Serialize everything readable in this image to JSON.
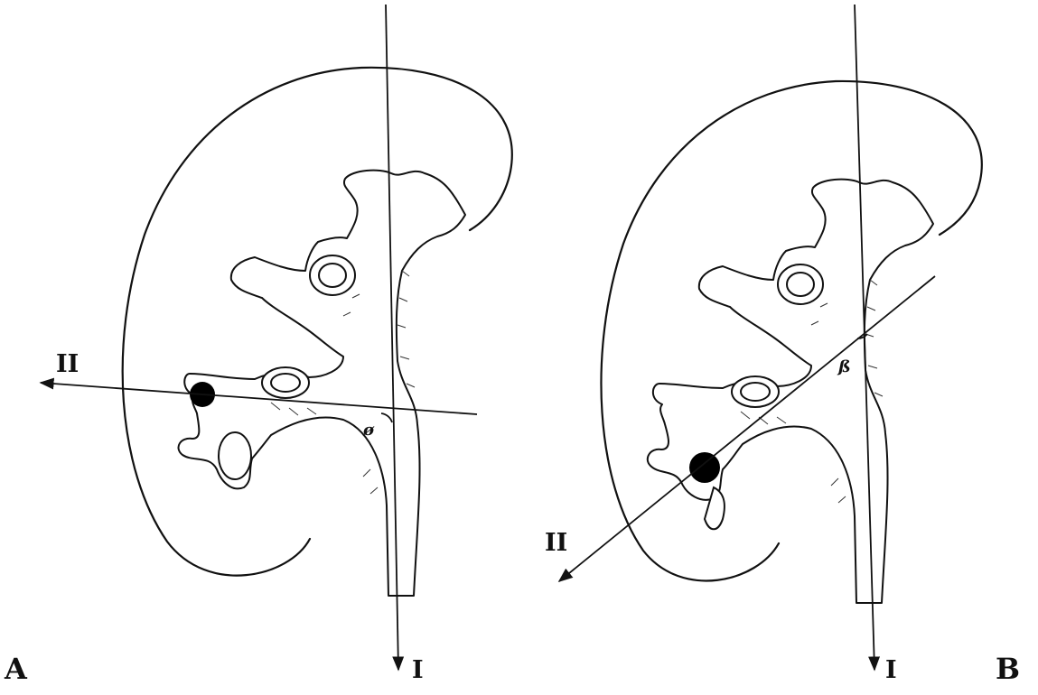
{
  "figure": {
    "panels": [
      {
        "panel_label": "A",
        "axis_1_label": "I",
        "axis_2_label": "II",
        "angle_label": "ø"
      },
      {
        "panel_label": "B",
        "axis_1_label": "I",
        "axis_2_label": "II",
        "angle_label": "ß"
      }
    ]
  }
}
